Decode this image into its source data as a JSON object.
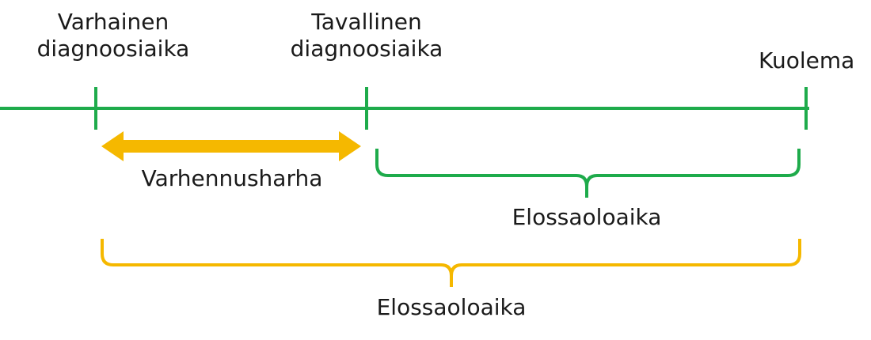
{
  "colors": {
    "green": "#1eab4b",
    "yellow": "#f5b800",
    "text": "#1a1a1a"
  },
  "labels": {
    "early_diagnosis": [
      "Varhainen",
      "diagnoosiaika"
    ],
    "usual_diagnosis": [
      "Tavallinen",
      "diagnoosiaika"
    ],
    "death": "Kuolema",
    "lead_time_bias": "Varhennusharha",
    "survival_short": "Elossaoloaika",
    "survival_long": "Elossaoloaika"
  }
}
